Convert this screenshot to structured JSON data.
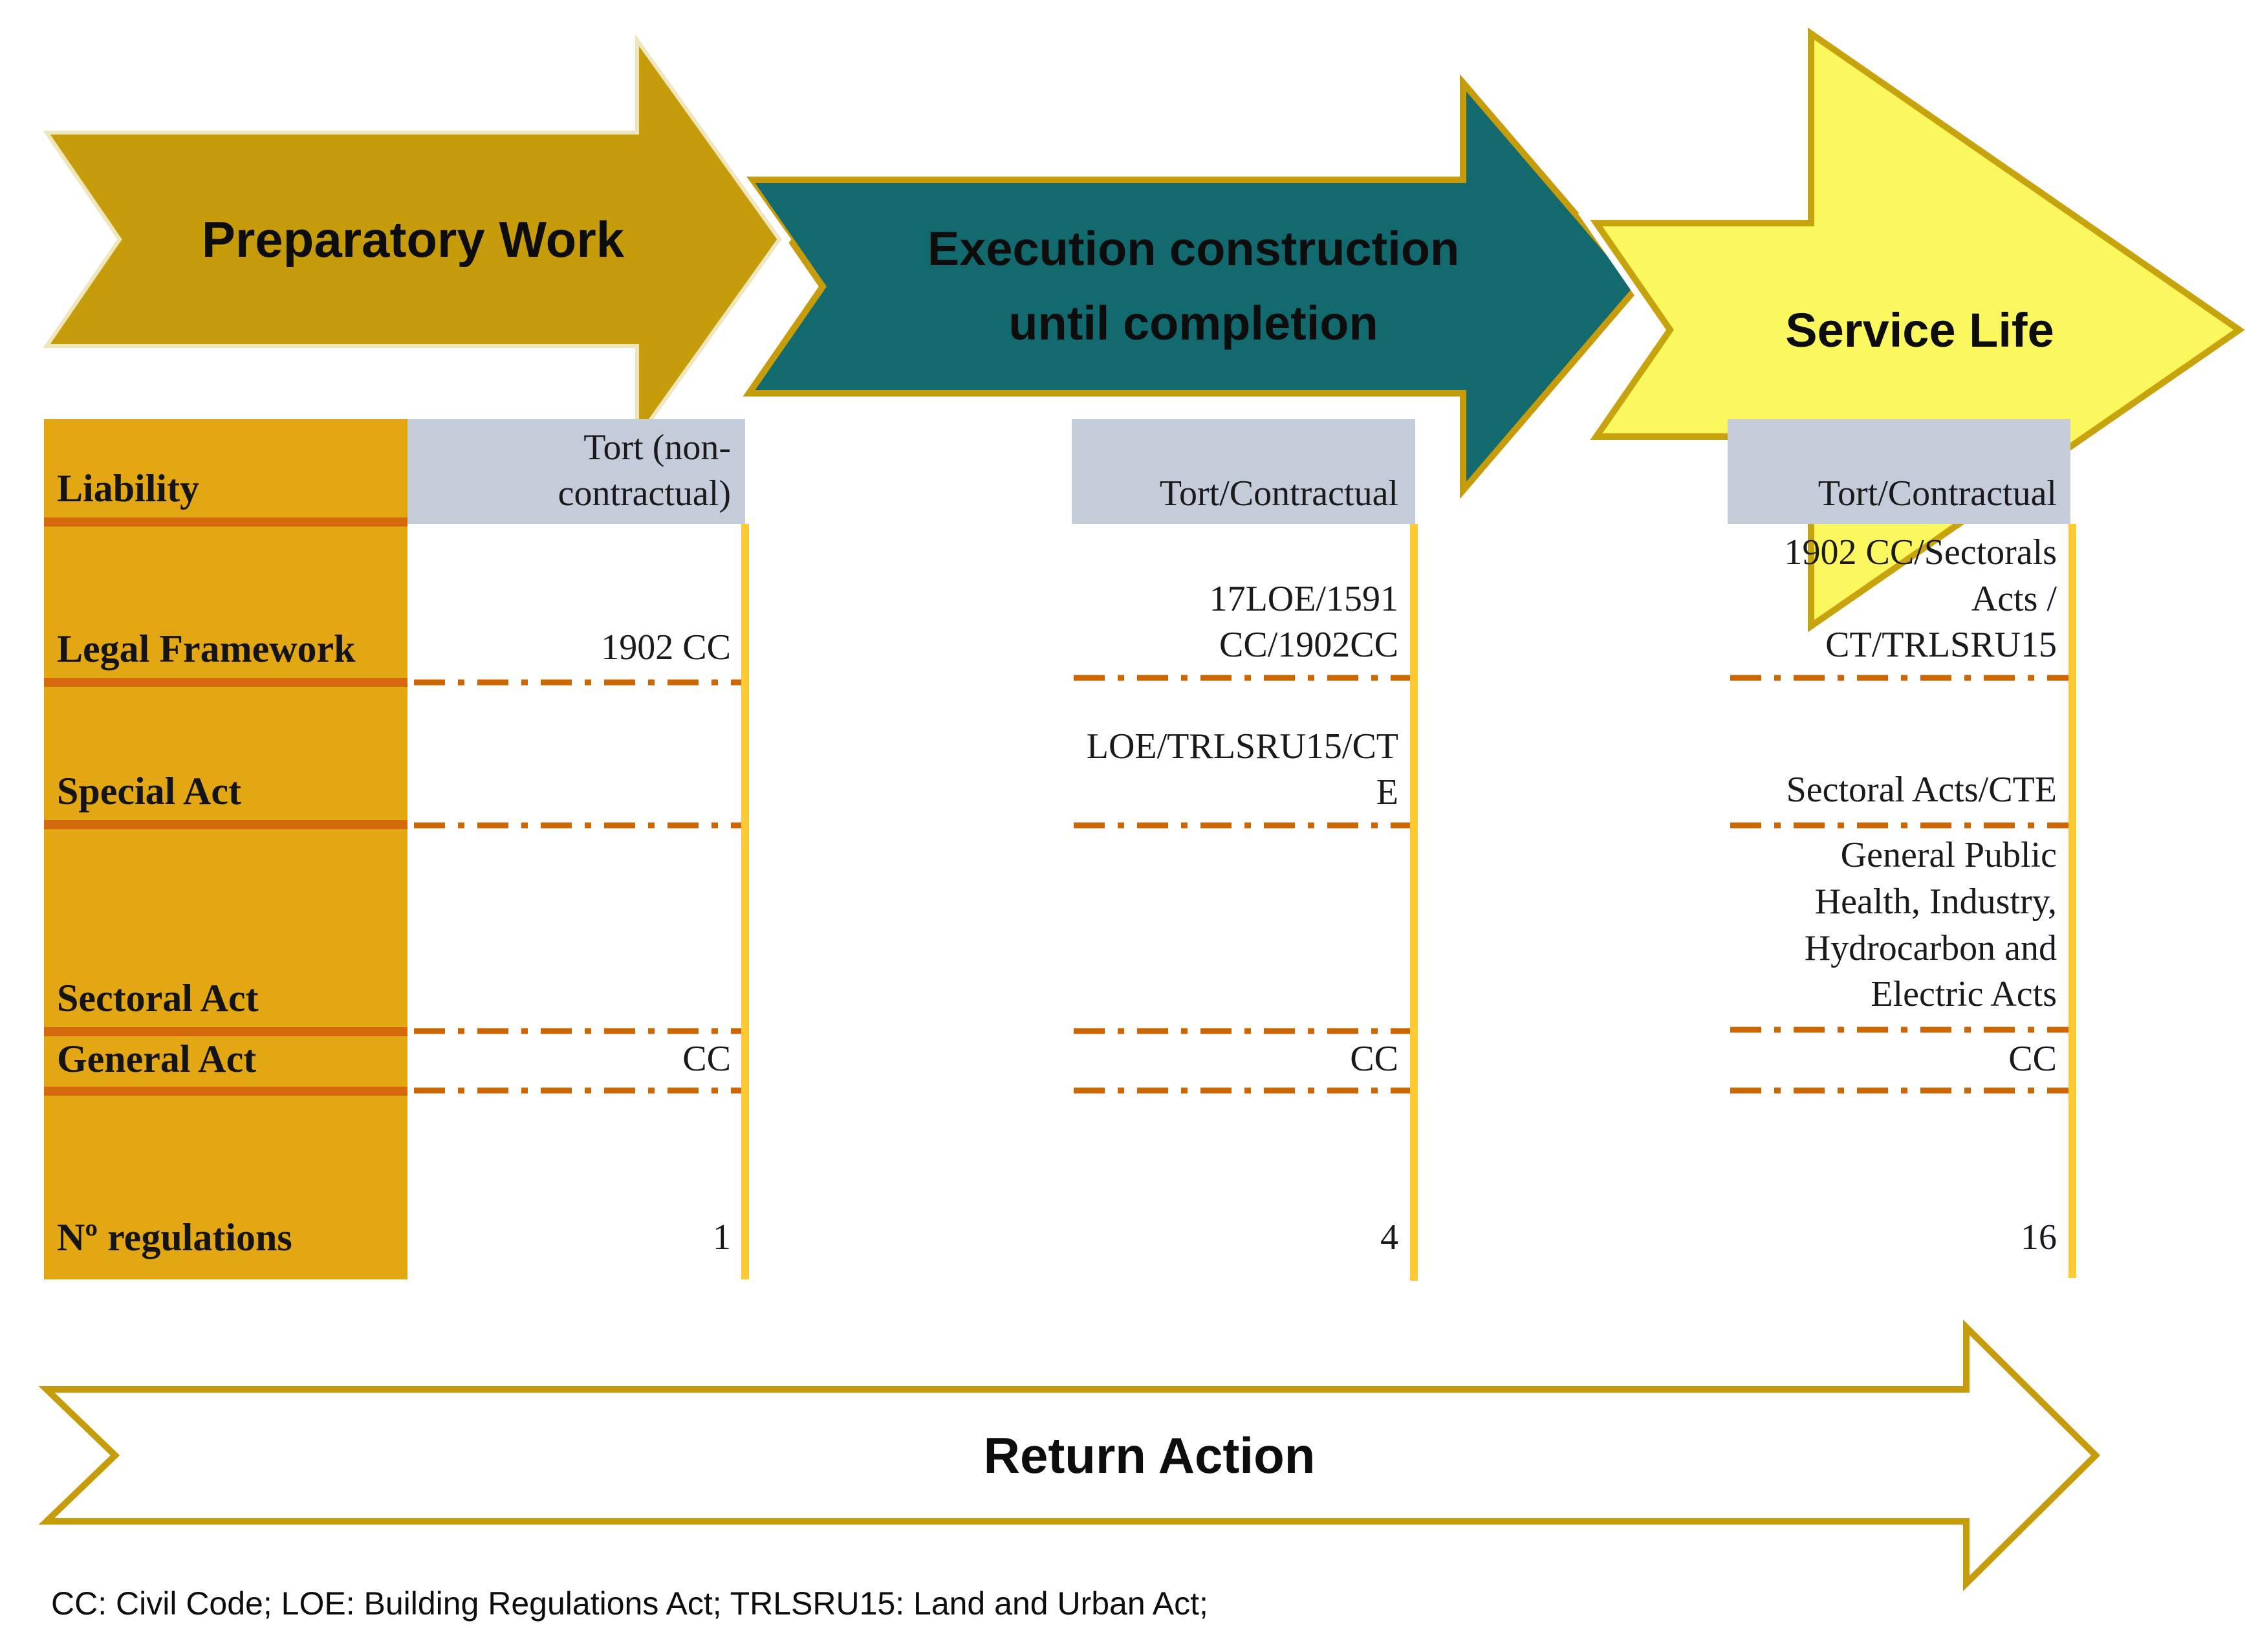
{
  "phases": {
    "preparatory": {
      "label": "Preparatory Work"
    },
    "execution": {
      "label": "Execution construction\nuntil completion"
    },
    "service": {
      "label": "Service Life"
    }
  },
  "return_arrow": {
    "label": "Return Action"
  },
  "table": {
    "row_labels": [
      "Liability",
      "Legal Framework",
      "Special Act",
      "Sectoral Act",
      "General Act",
      "Nº regulations"
    ],
    "columns": [
      {
        "phase": "Preparatory Work",
        "header": "Tort (non-\ncontractual)",
        "legal_framework": "1902 CC",
        "special_act": "",
        "sectoral_act": "",
        "general_act": "CC",
        "num_regulations": "1"
      },
      {
        "phase": "Execution construction until completion",
        "header": "Tort/Contractual",
        "legal_framework": "17LOE/1591\nCC/1902CC",
        "special_act": "LOE/TRLSRU15/CT\nE",
        "sectoral_act": "",
        "general_act": "CC",
        "num_regulations": "4"
      },
      {
        "phase": "Service Life",
        "header": "Tort/Contractual",
        "legal_framework": "1902 CC/Sectorals\nActs /\nCT/TRLSRU15",
        "special_act": "Sectoral Acts/CTE",
        "sectoral_act": "General Public\nHealth, Industry,\nHydrocarbon and\nElectric Acts",
        "general_act": "CC",
        "num_regulations": "16"
      }
    ]
  },
  "footnote": "CC: Civil Code; LOE: Building Regulations Act; TRLSRU15: Land and Urban Act;",
  "colors": {
    "preparatory_arrow": "#C79C0A",
    "execution_arrow": "#136A6E",
    "service_arrow": "#FAF75F",
    "gold_border": "#C7A30D",
    "label_column_bg": "#E2A713",
    "header_bg": "#C4CBD9",
    "solid_bar_orange": "#D5690D",
    "dash_line_orange": "#CC6600",
    "vertical_line_yellow": "#FFC933"
  }
}
